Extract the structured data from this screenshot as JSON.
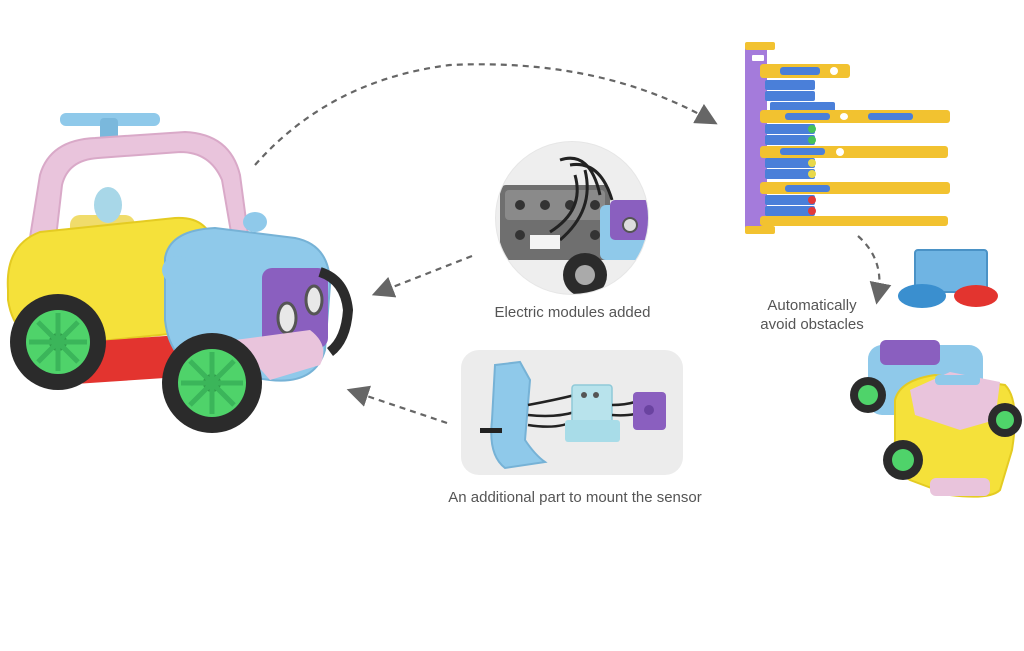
{
  "captions": {
    "electric_modules": "Electric modules added",
    "avoid_obstacles": "Automatically\navoid obstacles",
    "mount_part": "An additional part to mount the sensor"
  },
  "palette": {
    "body_yellow": "#f5e13a",
    "roof_pink": "#e9c4dc",
    "front_blue": "#8fc9ea",
    "sensor_purple": "#8a5fbf",
    "wheel_green": "#4fd36a",
    "tire_dark": "#2b2b2b",
    "code_yellow": "#f2c230",
    "code_blue": "#4a7fd9",
    "code_purple": "#a47bdb",
    "arrow_gray": "#666666",
    "caption_gray": "#555555"
  }
}
